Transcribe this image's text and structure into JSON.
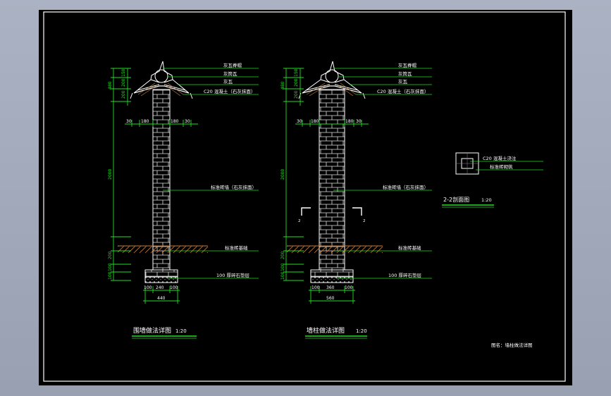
{
  "drawing": {
    "left_detail": {
      "callouts": [
        "灰瓦脊帽",
        "灰筒瓦",
        "灰瓦",
        "C20 混凝土（石灰抹面）",
        "标准砖墙（石灰抹面）",
        "标准砖基础",
        "100 厚碎石垫层"
      ],
      "dims_vertical": [
        "150",
        "200",
        "200",
        "480",
        "2000",
        "200",
        "100",
        "100"
      ],
      "dims_horizontal": [
        "30",
        "180",
        "180",
        "30",
        "100",
        "240",
        "100",
        "440"
      ],
      "title": "围墙做法详图",
      "scale": "1:20"
    },
    "middle_detail": {
      "callouts": [
        "灰瓦脊帽",
        "灰筒瓦",
        "灰瓦",
        "C20 混凝土（石灰抹面）",
        "标准砖墙（石灰抹面）",
        "标准砖基础",
        "100 厚碎石垫层"
      ],
      "dims_vertical": [
        "150",
        "200",
        "200",
        "480",
        "2000",
        "200",
        "100",
        "100"
      ],
      "dims_horizontal": [
        "30",
        "180",
        "180",
        "30",
        "100",
        "360",
        "100",
        "560"
      ],
      "section_marks": [
        "2",
        "2"
      ],
      "title": "墙柱做法详图",
      "scale": "1:20"
    },
    "section_detail": {
      "callouts": [
        "C20 混凝土浇注",
        "标准砖砌筑"
      ],
      "title": "2-2剖面图",
      "scale": "1:20"
    },
    "sheet_title": "图名：墙柱做法详图"
  },
  "colors": {
    "background": "#000000",
    "line": "#ffffff",
    "dimension": "#22dd22",
    "title_underline": "#22dd22",
    "ground_hatch": "#c08040"
  }
}
